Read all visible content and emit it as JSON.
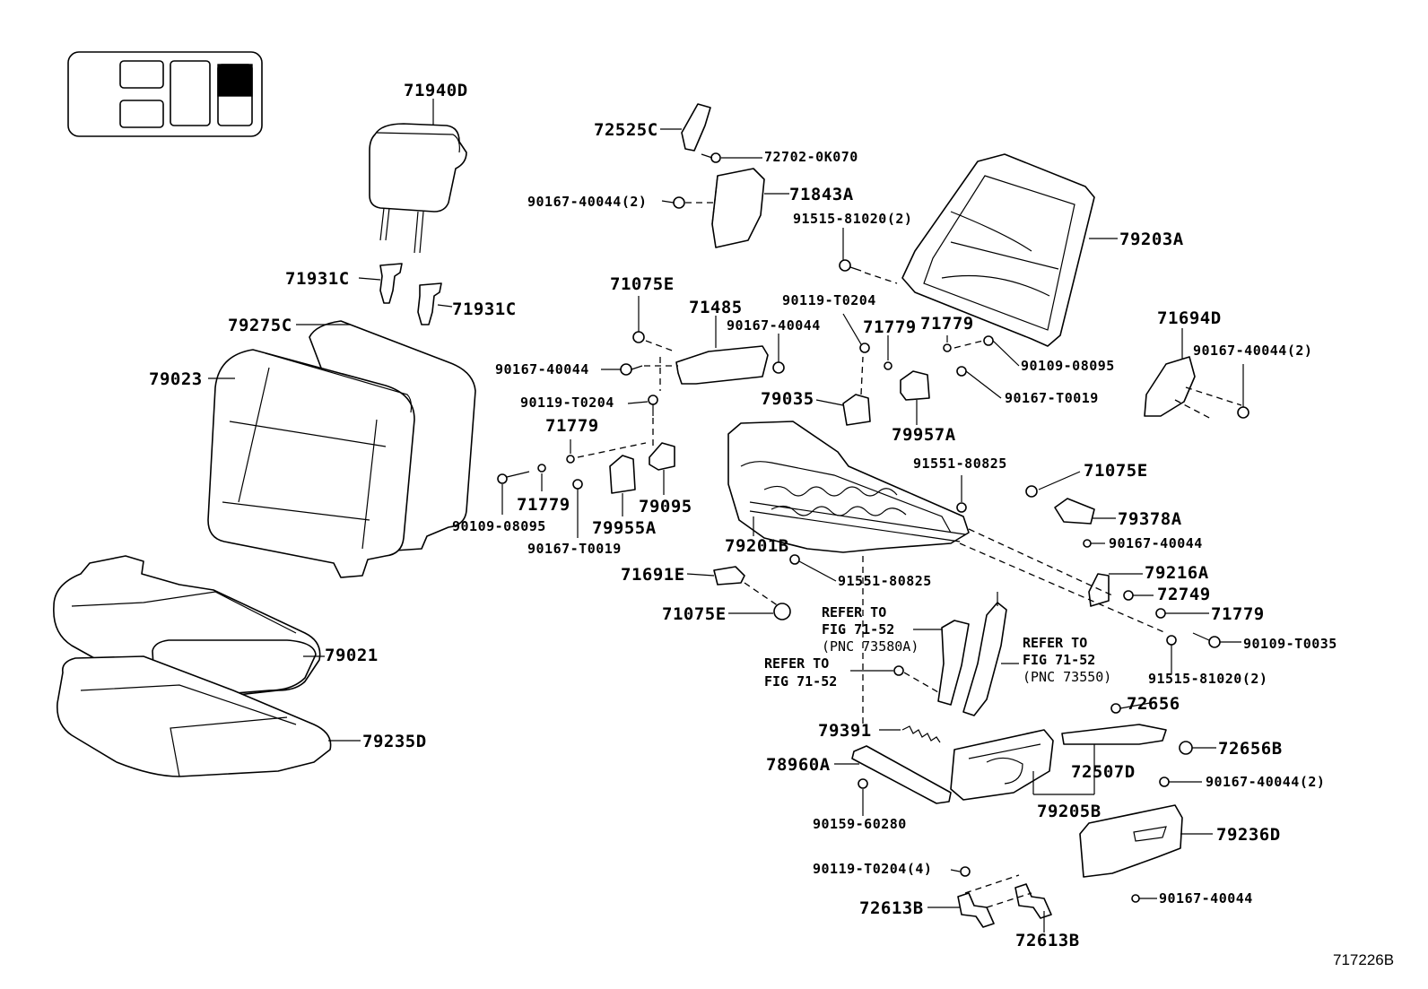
{
  "figure_id": "717226B",
  "parts": {
    "p71940D": "71940D",
    "p71931C_a": "71931C",
    "p71931C_b": "71931C",
    "p79275C": "79275C",
    "p79023": "79023",
    "p79021": "79021",
    "p79235D": "79235D",
    "p72525C": "72525C",
    "p72702": "72702-0K070",
    "p71843A": "71843A",
    "p90167_40044_2_a": "90167-40044(2)",
    "p91515_81020_2_a": "91515-81020(2)",
    "p79203A": "79203A",
    "p71075E_a": "71075E",
    "p71485": "71485",
    "p90167_40044_a": "90167-40044",
    "p90167_40044_b": "90167-40044",
    "p90119_T0204_a": "90119-T0204",
    "p90119_T0204_b": "90119-T0204",
    "p71779_a": "71779",
    "p71779_b": "71779",
    "p71779_c": "71779",
    "p71779_d": "71779",
    "p71779_e": "71779",
    "p90109_08095_a": "90109-08095",
    "p90109_08095_b": "90109-08095",
    "p79035": "79035",
    "p79957A": "79957A",
    "p90167_T0019_a": "90167-T0019",
    "p90167_T0019_b": "90167-T0019",
    "p71694D": "71694D",
    "p90167_40044_2_b": "90167-40044(2)",
    "p79095": "79095",
    "p79955A": "79955A",
    "p91551_80825_a": "91551-80825",
    "p91551_80825_b": "91551-80825",
    "p71075E_b": "71075E",
    "p79378A": "79378A",
    "p90167_40044_c": "90167-40044",
    "p79201B": "79201B",
    "p71691E": "71691E",
    "p71075E_c": "71075E",
    "p79216A": "79216A",
    "p72749": "72749",
    "p90109_T0035": "90109-T0035",
    "p91515_81020_2_b": "91515-81020(2)",
    "p72656": "72656",
    "p72656B": "72656B",
    "p79391": "79391",
    "p78960A": "78960A",
    "p90159_60280": "90159-60280",
    "p72507D": "72507D",
    "p79205B": "79205B",
    "p90167_40044_2_c": "90167-40044(2)",
    "p79236D": "79236D",
    "p90119_T0204_4": "90119-T0204(4)",
    "p90167_40044_d": "90167-40044",
    "p72613B_a": "72613B",
    "p72613B_b": "72613B"
  },
  "notes": {
    "refer_a_line1": "REFER TO",
    "refer_a_line2": "FIG 71-52",
    "refer_a_line3": "(PNC 73580A)",
    "refer_b_line1": "REFER TO",
    "refer_b_line2": "FIG 71-52",
    "refer_b_line3": "(PNC 73550)",
    "refer_c_line1": "REFER TO",
    "refer_c_line2": "FIG 71-52"
  }
}
